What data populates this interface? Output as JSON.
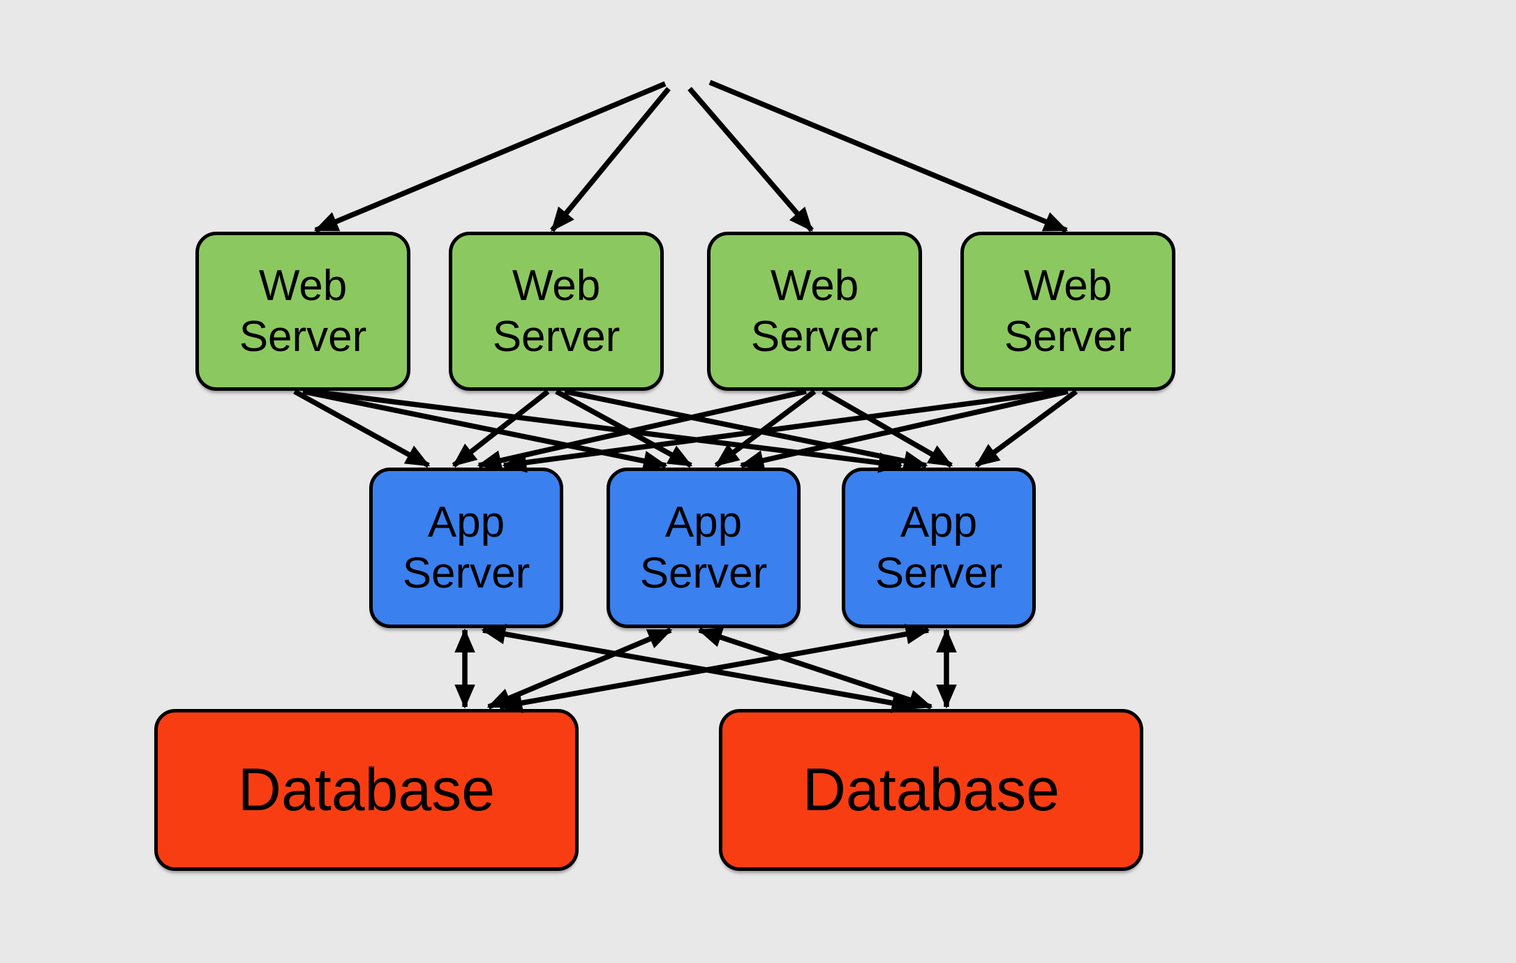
{
  "diagram": {
    "type": "three-tier-architecture",
    "background_color": "#E8E8E8",
    "arrow_color": "#000000",
    "node_border_color": "#000000",
    "text_color": "#000000",
    "tiers": {
      "web": {
        "label": "Web Server",
        "fill": "#8CC860",
        "count": 4
      },
      "app": {
        "label": "App Server",
        "fill": "#3A80EF",
        "count": 3
      },
      "db": {
        "label": "Database",
        "fill": "#F93D12",
        "count": 2
      }
    },
    "nodes": [
      {
        "id": "web1",
        "tier": "web",
        "label": "Web Server"
      },
      {
        "id": "web2",
        "tier": "web",
        "label": "Web Server"
      },
      {
        "id": "web3",
        "tier": "web",
        "label": "Web Server"
      },
      {
        "id": "web4",
        "tier": "web",
        "label": "Web Server"
      },
      {
        "id": "app1",
        "tier": "app",
        "label": "App Server"
      },
      {
        "id": "app2",
        "tier": "app",
        "label": "App Server"
      },
      {
        "id": "app3",
        "tier": "app",
        "label": "App Server"
      },
      {
        "id": "db1",
        "tier": "db",
        "label": "Database"
      },
      {
        "id": "db2",
        "tier": "db",
        "label": "Database"
      }
    ],
    "edges": [
      {
        "from": "traffic-apex",
        "to": "web1",
        "bidirectional": false
      },
      {
        "from": "traffic-apex",
        "to": "web2",
        "bidirectional": false
      },
      {
        "from": "traffic-apex",
        "to": "web3",
        "bidirectional": false
      },
      {
        "from": "traffic-apex",
        "to": "web4",
        "bidirectional": false
      },
      {
        "from": "web1",
        "to": "app1",
        "bidirectional": false
      },
      {
        "from": "web1",
        "to": "app2",
        "bidirectional": false
      },
      {
        "from": "web1",
        "to": "app3",
        "bidirectional": false
      },
      {
        "from": "web2",
        "to": "app1",
        "bidirectional": false
      },
      {
        "from": "web2",
        "to": "app2",
        "bidirectional": false
      },
      {
        "from": "web2",
        "to": "app3",
        "bidirectional": false
      },
      {
        "from": "web3",
        "to": "app1",
        "bidirectional": false
      },
      {
        "from": "web3",
        "to": "app2",
        "bidirectional": false
      },
      {
        "from": "web3",
        "to": "app3",
        "bidirectional": false
      },
      {
        "from": "web4",
        "to": "app1",
        "bidirectional": false
      },
      {
        "from": "web4",
        "to": "app2",
        "bidirectional": false
      },
      {
        "from": "web4",
        "to": "app3",
        "bidirectional": false
      },
      {
        "from": "app1",
        "to": "db1",
        "bidirectional": true
      },
      {
        "from": "app1",
        "to": "db2",
        "bidirectional": true
      },
      {
        "from": "app2",
        "to": "db1",
        "bidirectional": true
      },
      {
        "from": "app2",
        "to": "db2",
        "bidirectional": true
      },
      {
        "from": "app3",
        "to": "db1",
        "bidirectional": true
      },
      {
        "from": "app3",
        "to": "db2",
        "bidirectional": true
      }
    ]
  }
}
